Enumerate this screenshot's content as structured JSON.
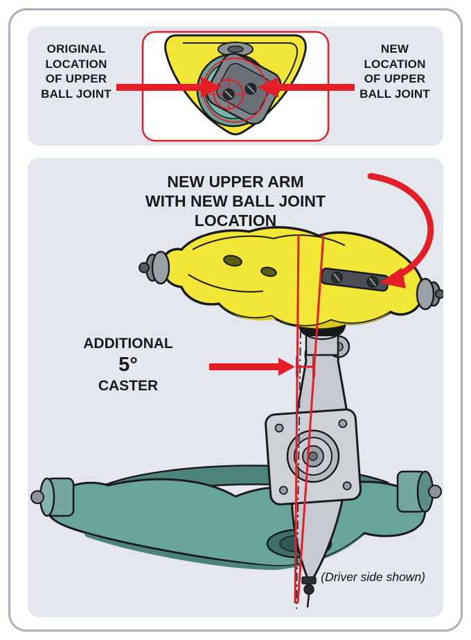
{
  "colors": {
    "red": "#e31e26",
    "yellow": "#f2e636",
    "teal": "#68a39c",
    "panel": "#e5e7ef",
    "border": "#a9aeb9",
    "ink": "#1a1a1a"
  },
  "top_panel": {
    "left_label_lines": [
      "ORIGINAL",
      "LOCATION",
      "OF UPPER",
      "BALL JOINT"
    ],
    "right_label_lines": [
      "NEW",
      "LOCATION",
      "OF UPPER",
      "BALL JOINT"
    ]
  },
  "bottom_panel": {
    "title_lines": [
      "NEW UPPER ARM",
      "WITH NEW BALL JOINT",
      "LOCATION"
    ],
    "caster": {
      "line1": "ADDITIONAL",
      "value": "5°",
      "line2": "CASTER"
    },
    "note": "(Driver side shown)"
  },
  "illustrations": {
    "top_view": "upper-control-arm-top-view-ball-joint-locations",
    "side_view": "front-suspension-driver-side-new-upper-arm"
  }
}
